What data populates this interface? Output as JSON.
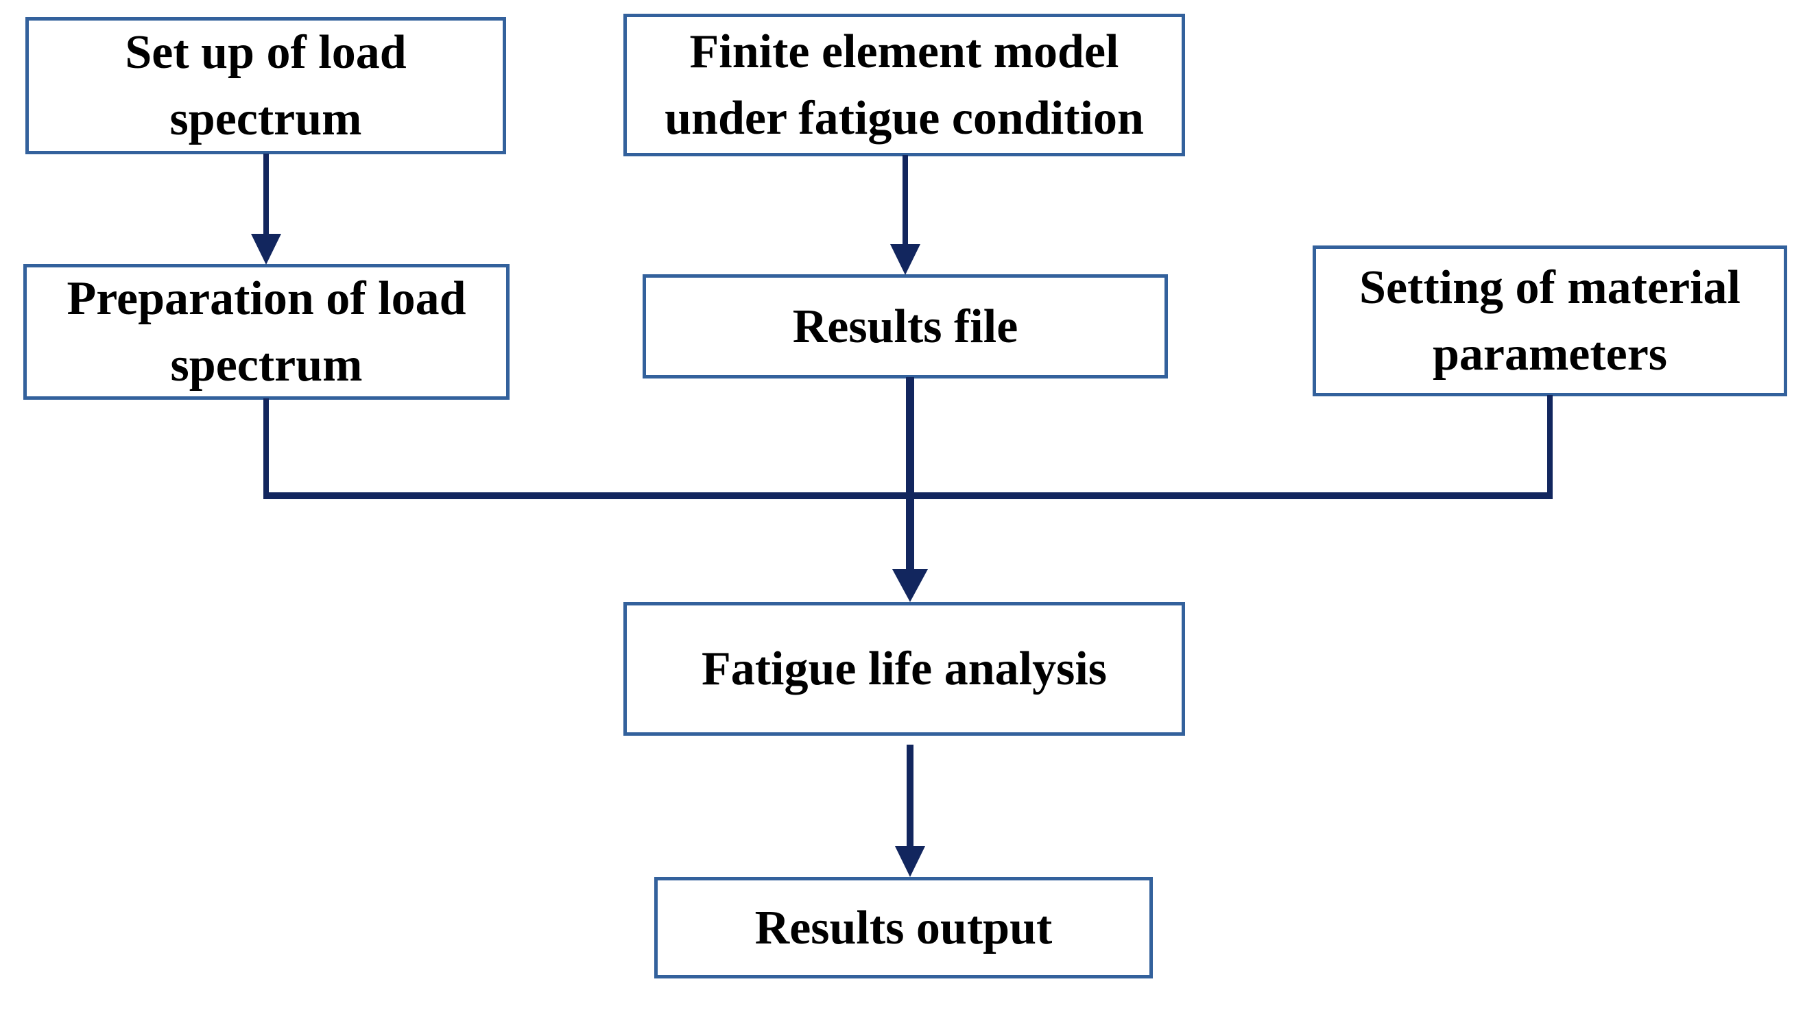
{
  "diagram": {
    "type": "flowchart",
    "colors": {
      "background": "#ffffff",
      "box_border": "#33619c",
      "box_fill": "#ffffff",
      "text": "#000000",
      "connector": "#12265e"
    },
    "nodes": [
      {
        "id": "setup-load-spectrum",
        "label": "Set up of load\nspectrum"
      },
      {
        "id": "fe-model-fatigue",
        "label": "Finite element model\nunder fatigue condition"
      },
      {
        "id": "preparation-load-spectrum",
        "label": "Preparation of load\nspectrum"
      },
      {
        "id": "results-file",
        "label": "Results file"
      },
      {
        "id": "setting-material-parameters",
        "label": "Setting of material\nparameters"
      },
      {
        "id": "fatigue-life-analysis",
        "label": "Fatigue life analysis"
      },
      {
        "id": "results-output",
        "label": "Results output"
      }
    ],
    "edges": [
      {
        "from": "setup-load-spectrum",
        "to": "preparation-load-spectrum",
        "style": "arrow"
      },
      {
        "from": "fe-model-fatigue",
        "to": "results-file",
        "style": "arrow"
      },
      {
        "from": "preparation-load-spectrum",
        "to": "fatigue-life-analysis",
        "style": "elbow-join"
      },
      {
        "from": "results-file",
        "to": "fatigue-life-analysis",
        "style": "arrow-through-junction"
      },
      {
        "from": "setting-material-parameters",
        "to": "fatigue-life-analysis",
        "style": "elbow-join"
      },
      {
        "from": "fatigue-life-analysis",
        "to": "results-output",
        "style": "arrow"
      }
    ]
  }
}
